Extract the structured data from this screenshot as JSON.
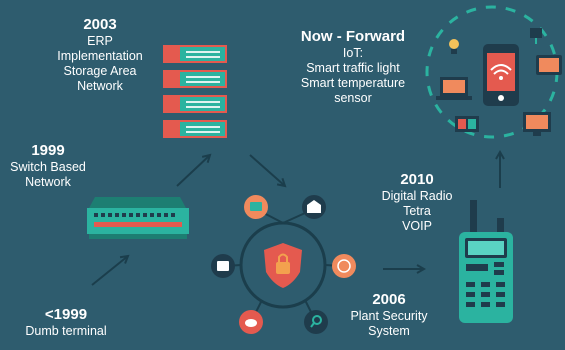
{
  "timeline": {
    "y2003": {
      "year": "2003",
      "lines": [
        "ERP",
        "Implementation",
        "Storage Area",
        "Network"
      ]
    },
    "y1999": {
      "year": "1999",
      "lines": [
        "Switch Based",
        "Network"
      ]
    },
    "ylt1999": {
      "year": "<1999",
      "lines": [
        "Dumb terminal"
      ]
    },
    "now": {
      "year": "Now - Forward",
      "lines": [
        "IoT:",
        "Smart traffic light",
        "Smart temperature",
        "sensor"
      ]
    },
    "y2010": {
      "year": "2010",
      "lines": [
        "Digital Radio",
        "Tetra",
        "VOIP"
      ]
    },
    "y2006": {
      "year": "2006",
      "lines": [
        "Plant Security",
        "System"
      ]
    }
  },
  "colors": {
    "background": "#2e5c6e",
    "teal": "#2bb3a0",
    "dark_teal": "#1d7e72",
    "red": "#e45a4f",
    "orange": "#f08a5d",
    "navy": "#1f3c4c",
    "line": "#1b3e4c"
  },
  "icons": [
    "server-rack-icon",
    "network-switch-icon",
    "security-hub-icon",
    "shield-lock-icon",
    "radio-handset-icon",
    "iot-phone-icon",
    "arrow-icon"
  ]
}
